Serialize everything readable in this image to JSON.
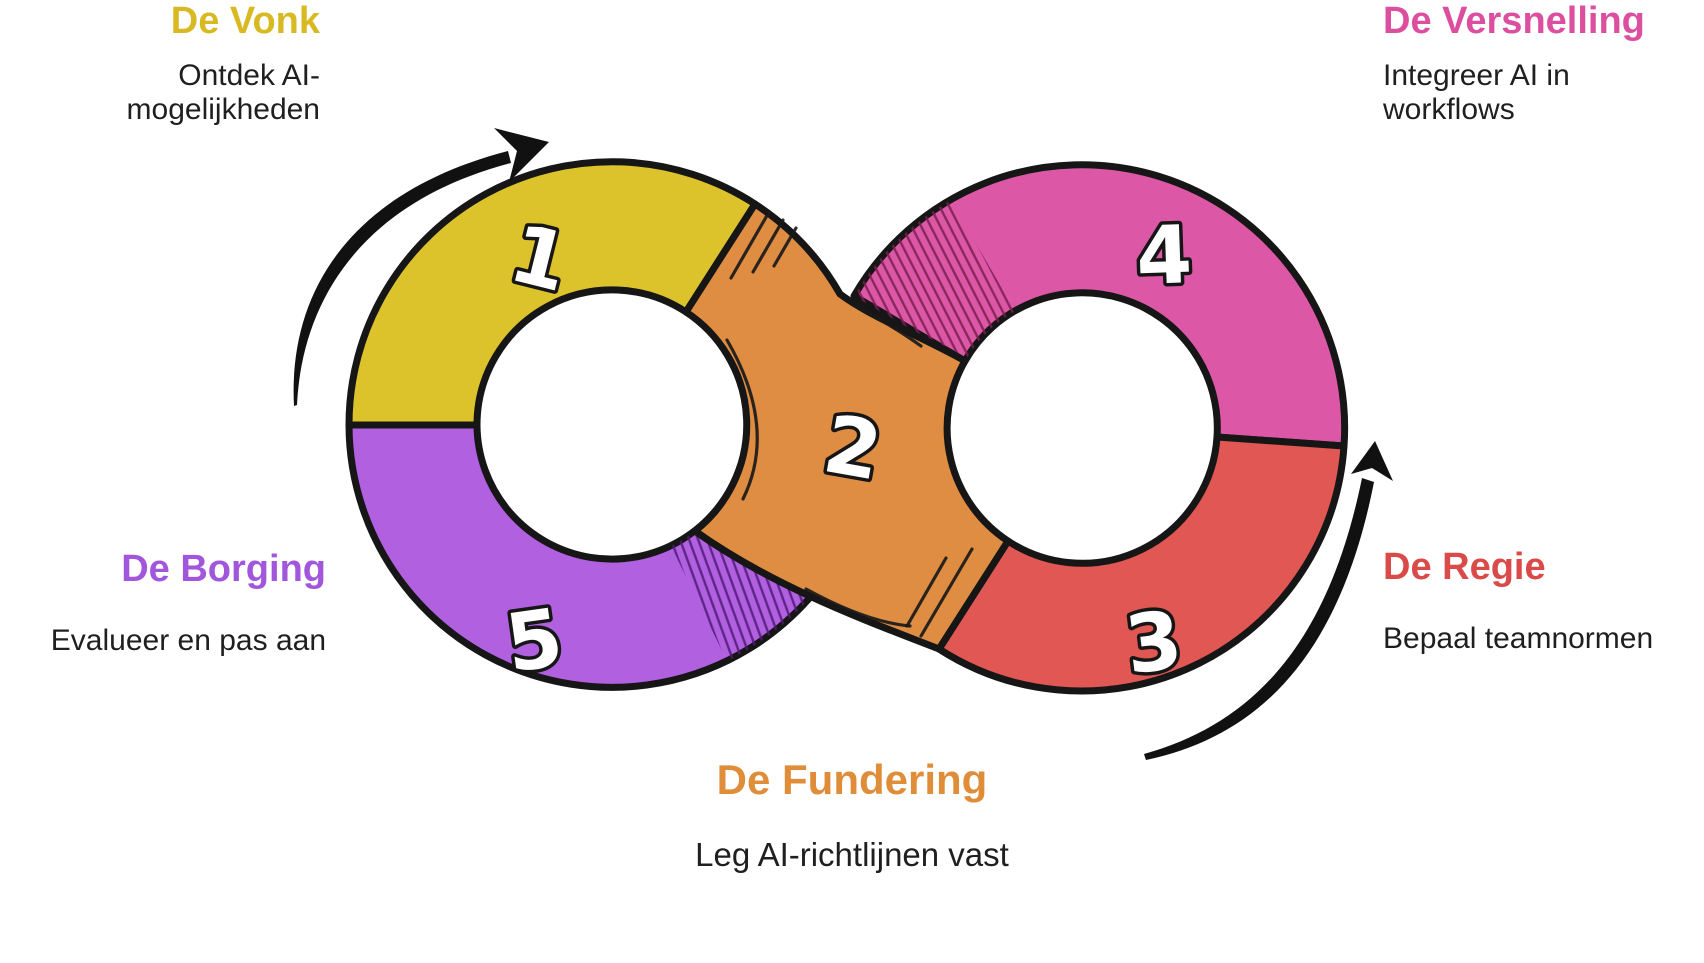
{
  "diagram": {
    "kind": "infinity-loop-process",
    "stages": [
      {
        "number": "1",
        "title": "De Vonk",
        "description": "Ontdek AI-\nmogelijkheden",
        "title_color": "#d9b922",
        "segment_color": "#dcc32b"
      },
      {
        "number": "2",
        "title": "De Fundering",
        "description": "Leg AI-richtlijnen vast",
        "title_color": "#e08d3a",
        "segment_color": "#de8d42"
      },
      {
        "number": "3",
        "title": "De Regie",
        "description": "Bepaal teamnormen",
        "title_color": "#d94a48",
        "segment_color": "#e05753"
      },
      {
        "number": "4",
        "title": "De Versnelling",
        "description": "Integreer AI in\nworkflows",
        "title_color": "#dc4f9f",
        "segment_color": "#dc58a6"
      },
      {
        "number": "5",
        "title": "De Borging",
        "description": "Evalueer en pas aan",
        "title_color": "#a156dc",
        "segment_color": "#b160e0"
      }
    ],
    "style": {
      "background": "#ffffff",
      "outline": "#161616",
      "body_text": "#1f1f1f",
      "number_fill": "#ffffff",
      "hatch_on_pink": "#7c1d50",
      "hatch_on_purple": "#4f1a78"
    }
  }
}
